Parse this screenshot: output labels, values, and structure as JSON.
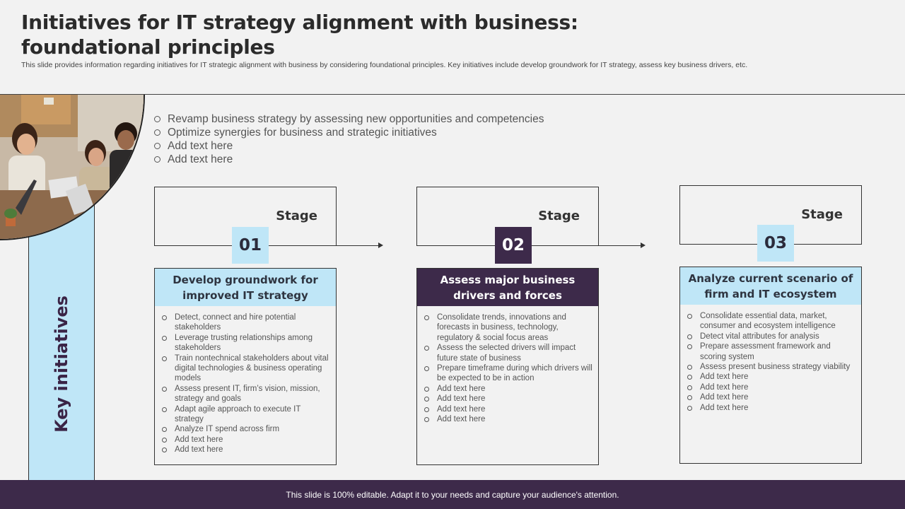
{
  "header": {
    "title_line1": "Initiatives for IT strategy alignment with business:",
    "title_line2": "foundational principles",
    "subtitle": "This slide provides information regarding initiatives for IT strategic alignment with business by considering foundational principles. Key initiatives include develop groundwork for IT strategy, assess key business drivers, etc."
  },
  "side_label": "Key initiatives",
  "top_bullets": [
    "Revamp business strategy by assessing new opportunities and competencies",
    "Optimize synergies for business and strategic initiatives",
    "Add text here",
    "Add text here"
  ],
  "stages": [
    {
      "label": "Stage",
      "number": "01",
      "heading": "Develop groundwork for improved IT strategy",
      "items": [
        "Detect, connect and hire potential stakeholders",
        "Leverage trusting relationships among stakeholders",
        "Train nontechnical stakeholders about vital digital technologies & business operating models",
        "Assess present IT, firm’s vision, mission, strategy and goals",
        "Adapt agile approach to execute IT strategy",
        "Analyze IT spend across firm",
        "Add text here",
        "Add text here"
      ]
    },
    {
      "label": "Stage",
      "number": "02",
      "heading": "Assess major business drivers and forces",
      "items": [
        "Consolidate trends, innovations and forecasts in business, technology, regulatory & social focus areas",
        "Assess the selected drivers will impact future state of business",
        "Prepare timeframe during which drivers will be expected to be in action",
        "Add text here",
        "Add text here",
        "Add text here",
        "Add text here"
      ]
    },
    {
      "label": "Stage",
      "number": "03",
      "heading": "Analyze current scenario of firm and IT ecosystem",
      "items": [
        "Consolidate essential data, market, consumer and ecosystem intelligence",
        "Detect vital attributes for analysis",
        "Prepare assessment framework and scoring system",
        "Assess present business strategy viability",
        "Add text here",
        "Add text here",
        "Add text here",
        "Add text here"
      ]
    }
  ],
  "footer": {
    "text": "This slide is 100% editable. Adapt it to your needs and capture your audience's attention."
  },
  "colors": {
    "accent_light": "#bfe6f7",
    "accent_dark": "#3d2a4a",
    "background": "#f2f2f2"
  }
}
